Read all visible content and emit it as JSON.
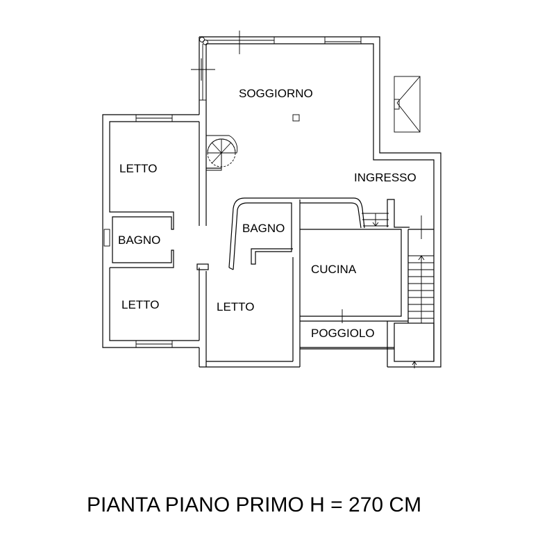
{
  "drawing": {
    "title": "PIANTA PIANO PRIMO H = 270 CM",
    "background": "#ffffff",
    "line_color": "#000000",
    "rooms": [
      {
        "id": "soggiorno",
        "label": "SOGGIORNO"
      },
      {
        "id": "letto_1",
        "label": "LETTO"
      },
      {
        "id": "bagno_1",
        "label": "BAGNO"
      },
      {
        "id": "letto_2",
        "label": "LETTO"
      },
      {
        "id": "bagno_2",
        "label": "BAGNO"
      },
      {
        "id": "letto_3",
        "label": "LETTO"
      },
      {
        "id": "ingresso",
        "label": "INGRESSO"
      },
      {
        "id": "cucina",
        "label": "CUCINA"
      },
      {
        "id": "poggiolo",
        "label": "POGGIOLO"
      }
    ]
  }
}
